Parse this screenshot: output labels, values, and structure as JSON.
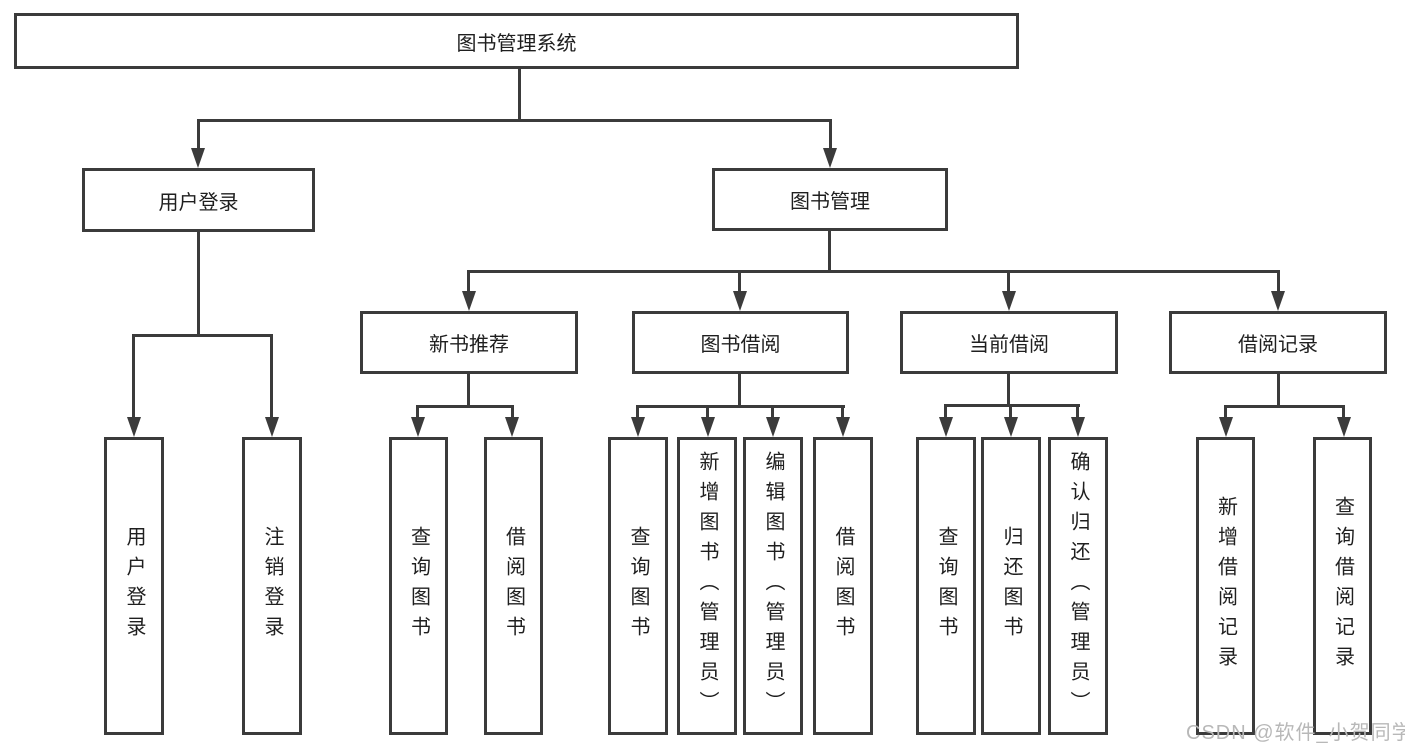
{
  "diagram": {
    "nodes": {
      "root": "图书管理系统",
      "user_login": "用户登录",
      "book_management": "图书管理",
      "new_book_recommend": "新书推荐",
      "book_borrow": "图书借阅",
      "current_borrow": "当前借阅",
      "borrow_records": "借阅记录",
      "ul_user_login": "用户登录",
      "ul_logout": "注销登录",
      "nb_query_books": "查询图书",
      "nb_borrow_books": "借阅图书",
      "bb_query_books": "查询图书",
      "bb_add_books_admin": "新增图书（管理员）",
      "bb_edit_books_admin": "编辑图书（管理员）",
      "bb_borrow_books": "借阅图书",
      "cb_query_books": "查询图书",
      "cb_return_books": "归还图书",
      "cb_confirm_return_admin": "确认归还（管理员）",
      "br_add_record": "新增借阅记录",
      "br_query_record": "查询借阅记录"
    },
    "watermark": "CSDN @软件_小贺同学",
    "colors": {
      "line": "#3b3b3b",
      "text": "#1f1f1f",
      "watermark": "#b8b8b8",
      "background": "#ffffff"
    }
  }
}
